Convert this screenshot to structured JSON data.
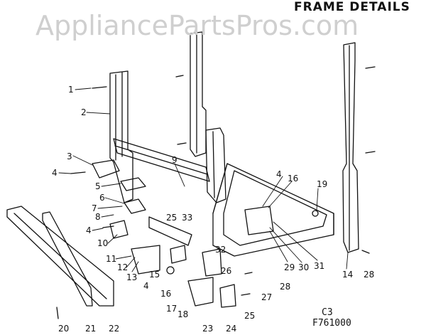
{
  "watermark": "AppliancePartsPros.com",
  "title": "FRAME DETAILS",
  "figure_codes": [
    "C3",
    "F761000"
  ],
  "callouts": [
    "1",
    "2",
    "3",
    "4",
    "5",
    "6",
    "7",
    "8",
    "4",
    "10",
    "11",
    "12",
    "13",
    "4",
    "15",
    "16",
    "17",
    "18",
    "20",
    "21",
    "22",
    "23",
    "24",
    "25",
    "25",
    "9",
    "33",
    "32",
    "26",
    "27",
    "28",
    "4",
    "16",
    "19",
    "29",
    "30",
    "31",
    "14",
    "28"
  ],
  "colors": {
    "ink": "#111111",
    "watermark": "#cfcfcf",
    "background": "#ffffff"
  }
}
